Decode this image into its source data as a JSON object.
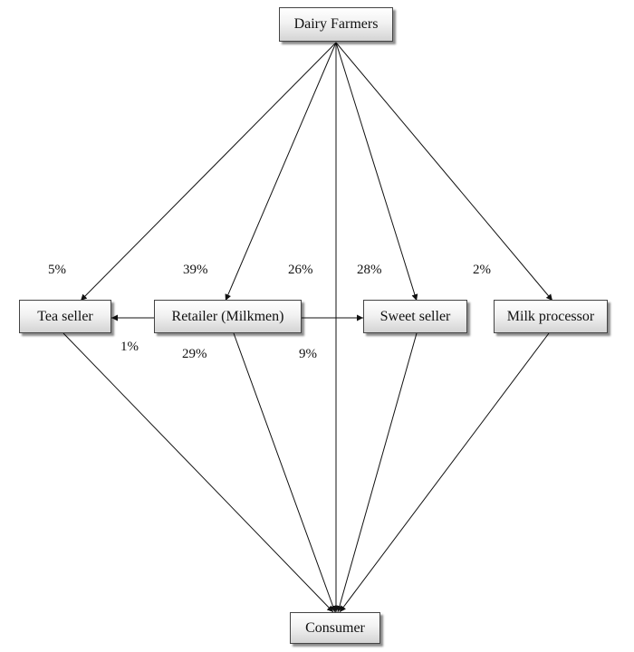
{
  "nodes": {
    "dairy_farmers": "Dairy Farmers",
    "tea_seller": "Tea seller",
    "retailer": "Retailer (Milkmen)",
    "sweet_seller": "Sweet seller",
    "milk_processor": "Milk processor",
    "consumer": "Consumer"
  },
  "shares": {
    "farmers_to_tea_seller": "5%",
    "farmers_to_retailer": "39%",
    "farmers_to_consumer": "26%",
    "farmers_to_sweet_seller": "28%",
    "farmers_to_milk_processor": "2%",
    "retailer_to_tea_seller": "1%",
    "retailer_to_consumer": "29%",
    "retailer_to_sweet_seller": "9%"
  }
}
